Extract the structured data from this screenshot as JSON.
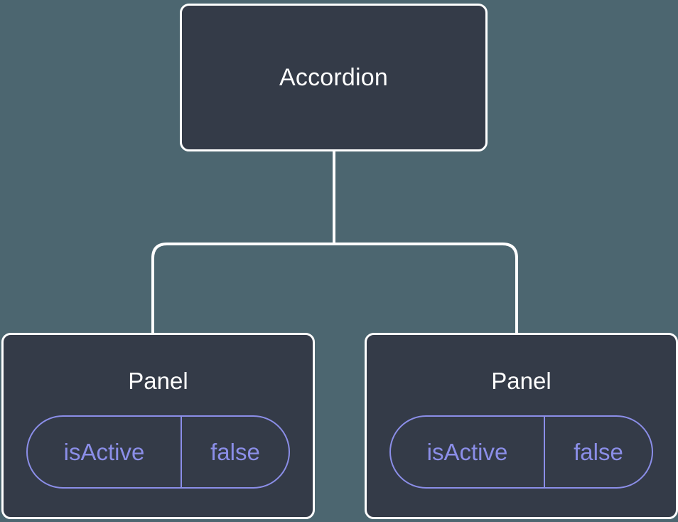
{
  "diagram": {
    "type": "component-tree",
    "background_color": "#4c6670",
    "node_fill_color": "#343b48",
    "node_border_color": "#ffffff",
    "edge_color": "#ffffff",
    "prop_accent_color": "#8b8ee8",
    "root": {
      "label": "Accordion"
    },
    "children": [
      {
        "label": "Panel",
        "props": [
          {
            "key": "isActive",
            "value": "false"
          }
        ]
      },
      {
        "label": "Panel",
        "props": [
          {
            "key": "isActive",
            "value": "false"
          }
        ]
      }
    ]
  }
}
